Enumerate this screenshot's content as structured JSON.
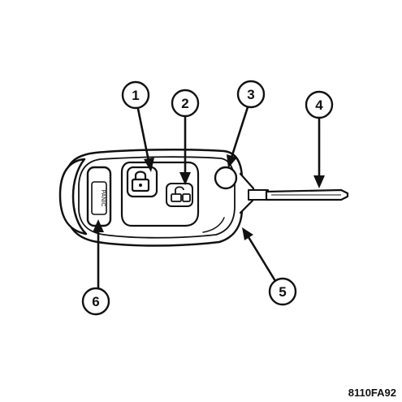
{
  "figure_id": "8110FA92",
  "key_fob": {
    "panic_button_label": "PANIC"
  },
  "callouts": [
    {
      "number": "1"
    },
    {
      "number": "2"
    },
    {
      "number": "3"
    },
    {
      "number": "4"
    },
    {
      "number": "5"
    },
    {
      "number": "6"
    }
  ],
  "colors": {
    "line": "#111111",
    "fill": "#ffffff"
  }
}
